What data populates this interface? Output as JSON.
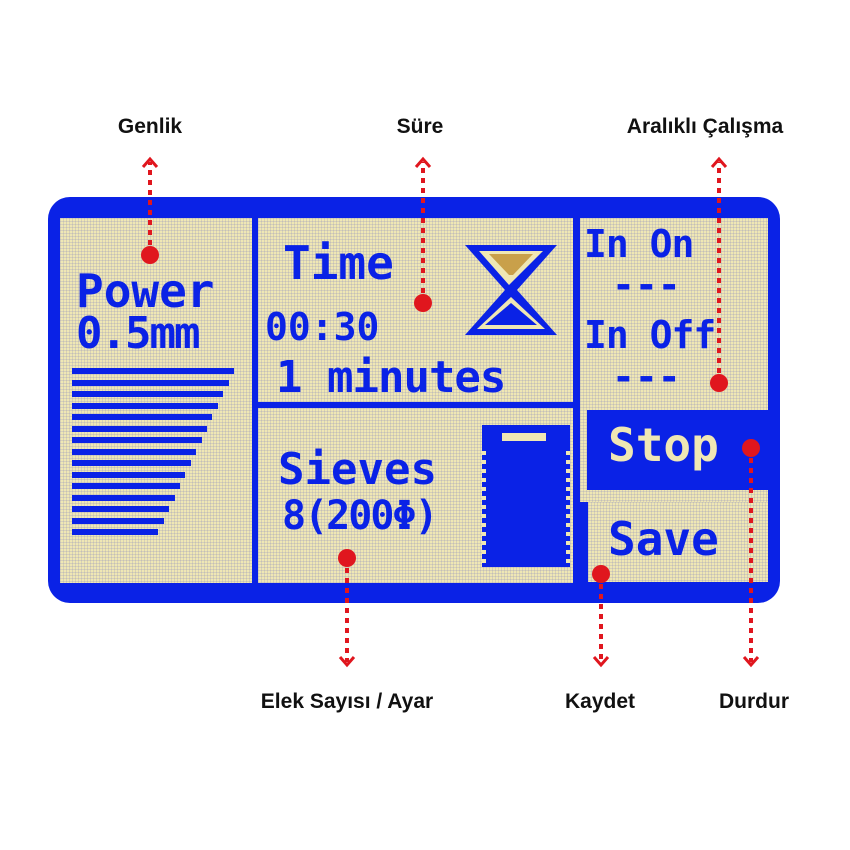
{
  "annotations": {
    "power": "Genlik",
    "time": "Süre",
    "interval": "Aralıklı Çalışma",
    "sieves": "Elek Sayısı / Ayar",
    "save": "Kaydet",
    "stop": "Durdur"
  },
  "lcd": {
    "power": {
      "label": "Power",
      "value": "0.5mm",
      "level_bars": 15
    },
    "time": {
      "label": "Time",
      "clock": "00:30",
      "duration": "1 minutes",
      "icon": "hourglass-icon"
    },
    "sieves": {
      "label": "Sieves",
      "value": "8(200Φ)",
      "icon": "sieve-stack-icon"
    },
    "interval": {
      "on_label": "In On",
      "on_value": "---",
      "off_label": "In Off",
      "off_value": "---"
    },
    "stop_label": "Stop",
    "save_label": "Save"
  },
  "colors": {
    "lcd_blue": "#0a22e6",
    "lcd_bg": "#efe7b4",
    "annotation_red": "#e0161e"
  }
}
